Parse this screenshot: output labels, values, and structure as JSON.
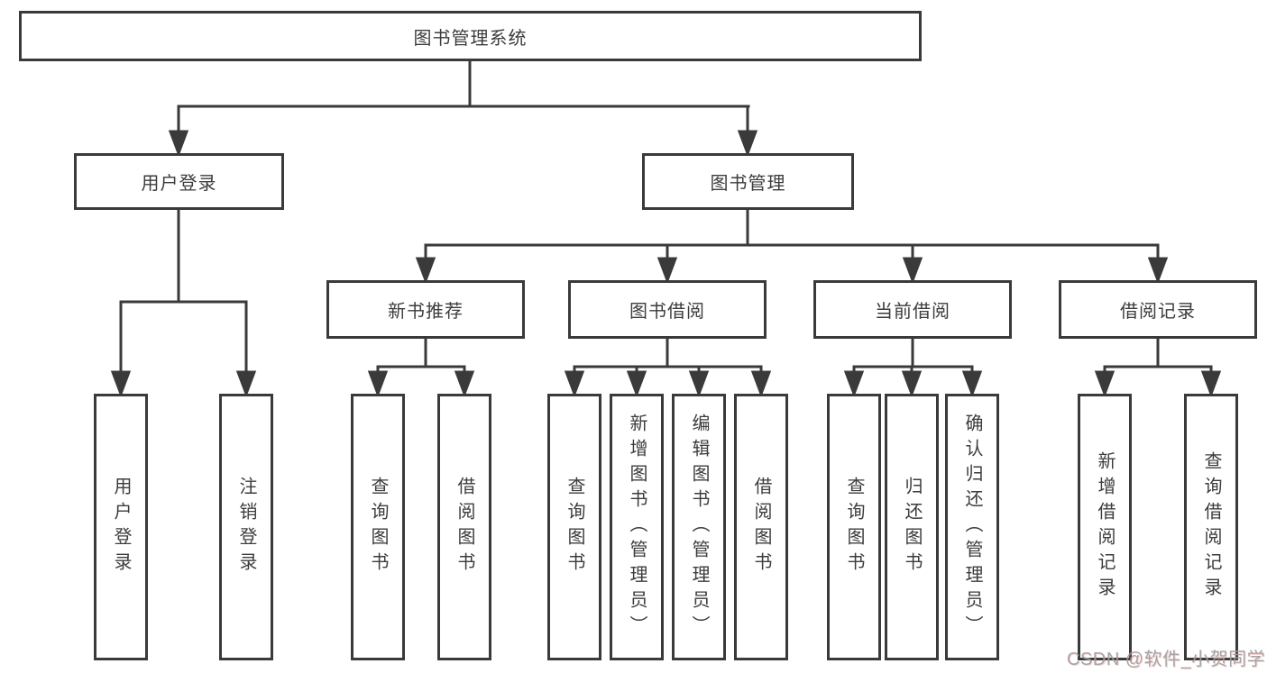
{
  "colors": {
    "line": "#3a3a3a",
    "text": "#3c3c3c",
    "watermark": "#9e9e9e",
    "background": "#ffffff"
  },
  "tree": {
    "root": "图书管理系统",
    "branches": [
      {
        "label": "用户登录",
        "children": [
          "用户登录",
          "注销登录"
        ]
      },
      {
        "label": "图书管理",
        "children": [
          {
            "label": "新书推荐",
            "children": [
              "查询图书",
              "借阅图书"
            ]
          },
          {
            "label": "图书借阅",
            "children": [
              "查询图书",
              "新增图书（管理员）",
              "编辑图书（管理员）",
              "借阅图书"
            ]
          },
          {
            "label": "当前借阅",
            "children": [
              "查询图书",
              "归还图书",
              "确认归还（管理员）"
            ]
          },
          {
            "label": "借阅记录",
            "children": [
              "新增借阅记录",
              "查询借阅记录"
            ]
          }
        ]
      }
    ]
  },
  "watermark": "CSDN @软件_小贺同学"
}
